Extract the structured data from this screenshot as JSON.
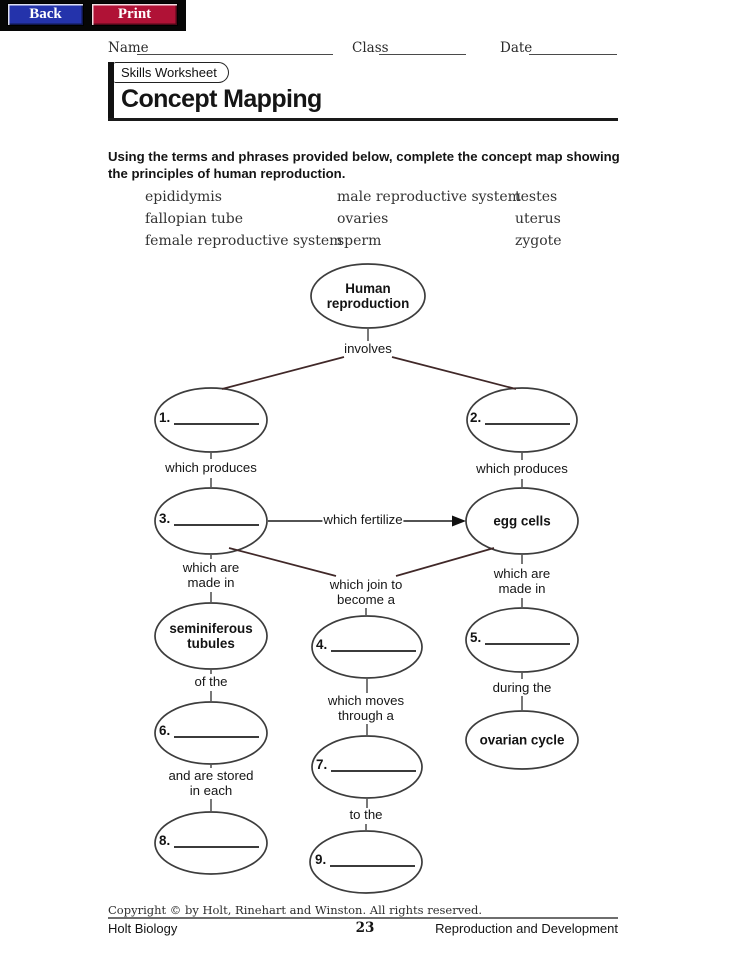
{
  "toolbar": {
    "back": "Back",
    "print": "Print"
  },
  "header": {
    "name": "Name",
    "class": "Class",
    "date": "Date",
    "tag": "Skills Worksheet",
    "title": "Concept Mapping"
  },
  "instructions": "Using the terms and phrases provided below, complete the concept map showing\nthe principles of human reproduction.",
  "word_bank": {
    "col1": [
      "epididymis",
      "fallopian tube",
      "female reproductive system"
    ],
    "col2": [
      "male reproductive system",
      "ovaries",
      "sperm"
    ],
    "col3": [
      "testes",
      "uterus",
      "zygote"
    ]
  },
  "map": {
    "nodes": {
      "human": "Human\nreproduction",
      "egg": "egg cells",
      "seminiferous": "seminiferous\ntubules",
      "ovarian": "ovarian cycle"
    },
    "blanks": [
      "1.",
      "2.",
      "3.",
      "4.",
      "5.",
      "6.",
      "7.",
      "8.",
      "9."
    ],
    "labels": {
      "involves": "involves",
      "produces_left": "which produces",
      "produces_right": "which produces",
      "fertilize": "which fertilize",
      "made_in_left": "which are\nmade in",
      "join": "which join to\nbecome a",
      "made_in_right": "which are\nmade in",
      "of_the": "of the",
      "moves": "which moves\nthrough a",
      "during": "during the",
      "stored": "and are stored\nin each",
      "to_the": "to the"
    }
  },
  "footer": {
    "copyright": "Copyright © by Holt, Rinehart and Winston. All rights reserved.",
    "book": "Holt Biology",
    "page": "23",
    "chapter": "Reproduction and Development"
  },
  "colors": {
    "back_button": "#2433ab",
    "print_button": "#b01236",
    "diagonal_line": "#402828"
  }
}
